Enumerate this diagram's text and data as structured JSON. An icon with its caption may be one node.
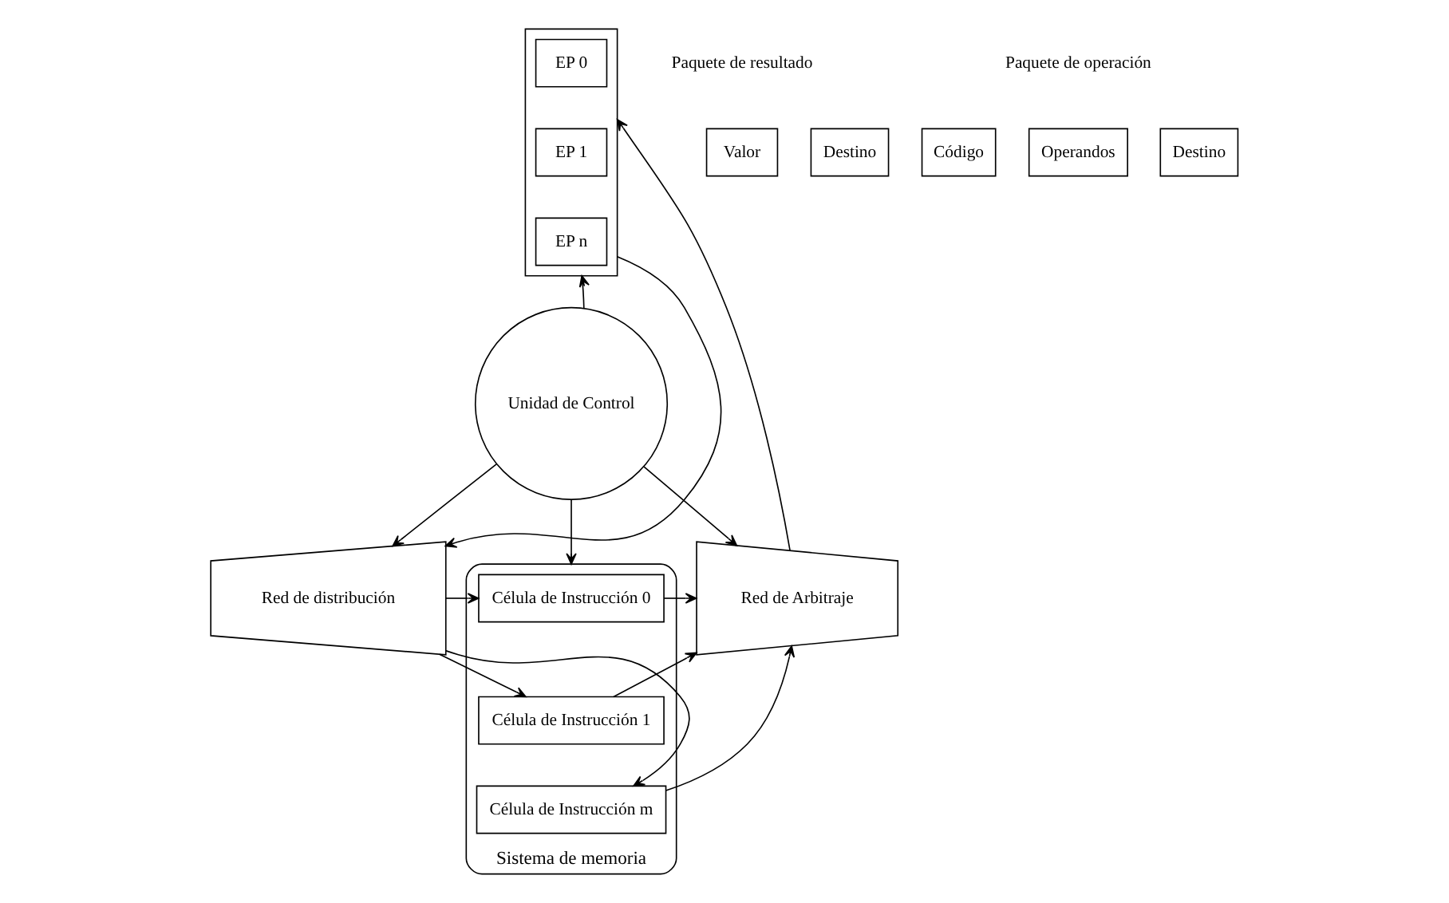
{
  "diagram": {
    "nodes": [
      {
        "text": [],
        "shape": "box"
      },
      {
        "text": [
          "EP 0"
        ],
        "in": 0
      },
      {
        "text": [
          "EP 1"
        ],
        "in": 0
      },
      {
        "text": [
          "EP n"
        ],
        "in": 0
      },
      {
        "text": [
          "Unidad de Control"
        ]
      },
      {
        "text": [
          "Red de distribución"
        ]
      },
      {
        "text": [
          "Sistema de memoria"
        ]
      },
      {
        "text": [
          "Célula de Instrucción 0"
        ],
        "in": 6
      },
      {
        "text": [
          "Célula de Instrucción 1"
        ],
        "in": 6
      },
      {
        "text": [
          "Célula de Instrucción m"
        ],
        "in": 6
      },
      {
        "text": [
          "Red de Arbitraje"
        ]
      },
      {
        "text": [
          "Valor"
        ]
      },
      {
        "text": [
          "Destino"
        ]
      },
      {
        "text": [
          "Código"
        ]
      },
      {
        "text": [
          "Operandos"
        ]
      },
      {
        "text": [
          "Destino"
        ]
      }
    ],
    "edges": [
      {
        "from": 0,
        "to": 5,
        "arrow": "to"
      },
      {
        "from": 10,
        "to": 0,
        "arrow": "to"
      },
      {
        "from": 4,
        "to": 0,
        "arrow": "to"
      },
      {
        "from": 4,
        "to": 5,
        "arrow": "to"
      },
      {
        "from": 4,
        "to": 6,
        "arrow": "to"
      },
      {
        "from": 4,
        "to": 10,
        "arrow": "to"
      },
      {
        "from": 5,
        "to": 7,
        "arrow": "to"
      },
      {
        "from": 5,
        "to": 8,
        "arrow": "to"
      },
      {
        "from": 5,
        "to": 9,
        "arrow": "to"
      },
      {
        "from": 7,
        "to": 10,
        "arrow": "to"
      },
      {
        "from": 8,
        "to": 10,
        "arrow": "to"
      },
      {
        "from": 9,
        "to": 10,
        "arrow": "to"
      }
    ],
    "labels": [
      "Paquete de resultado",
      "Paquete de operación"
    ]
  }
}
